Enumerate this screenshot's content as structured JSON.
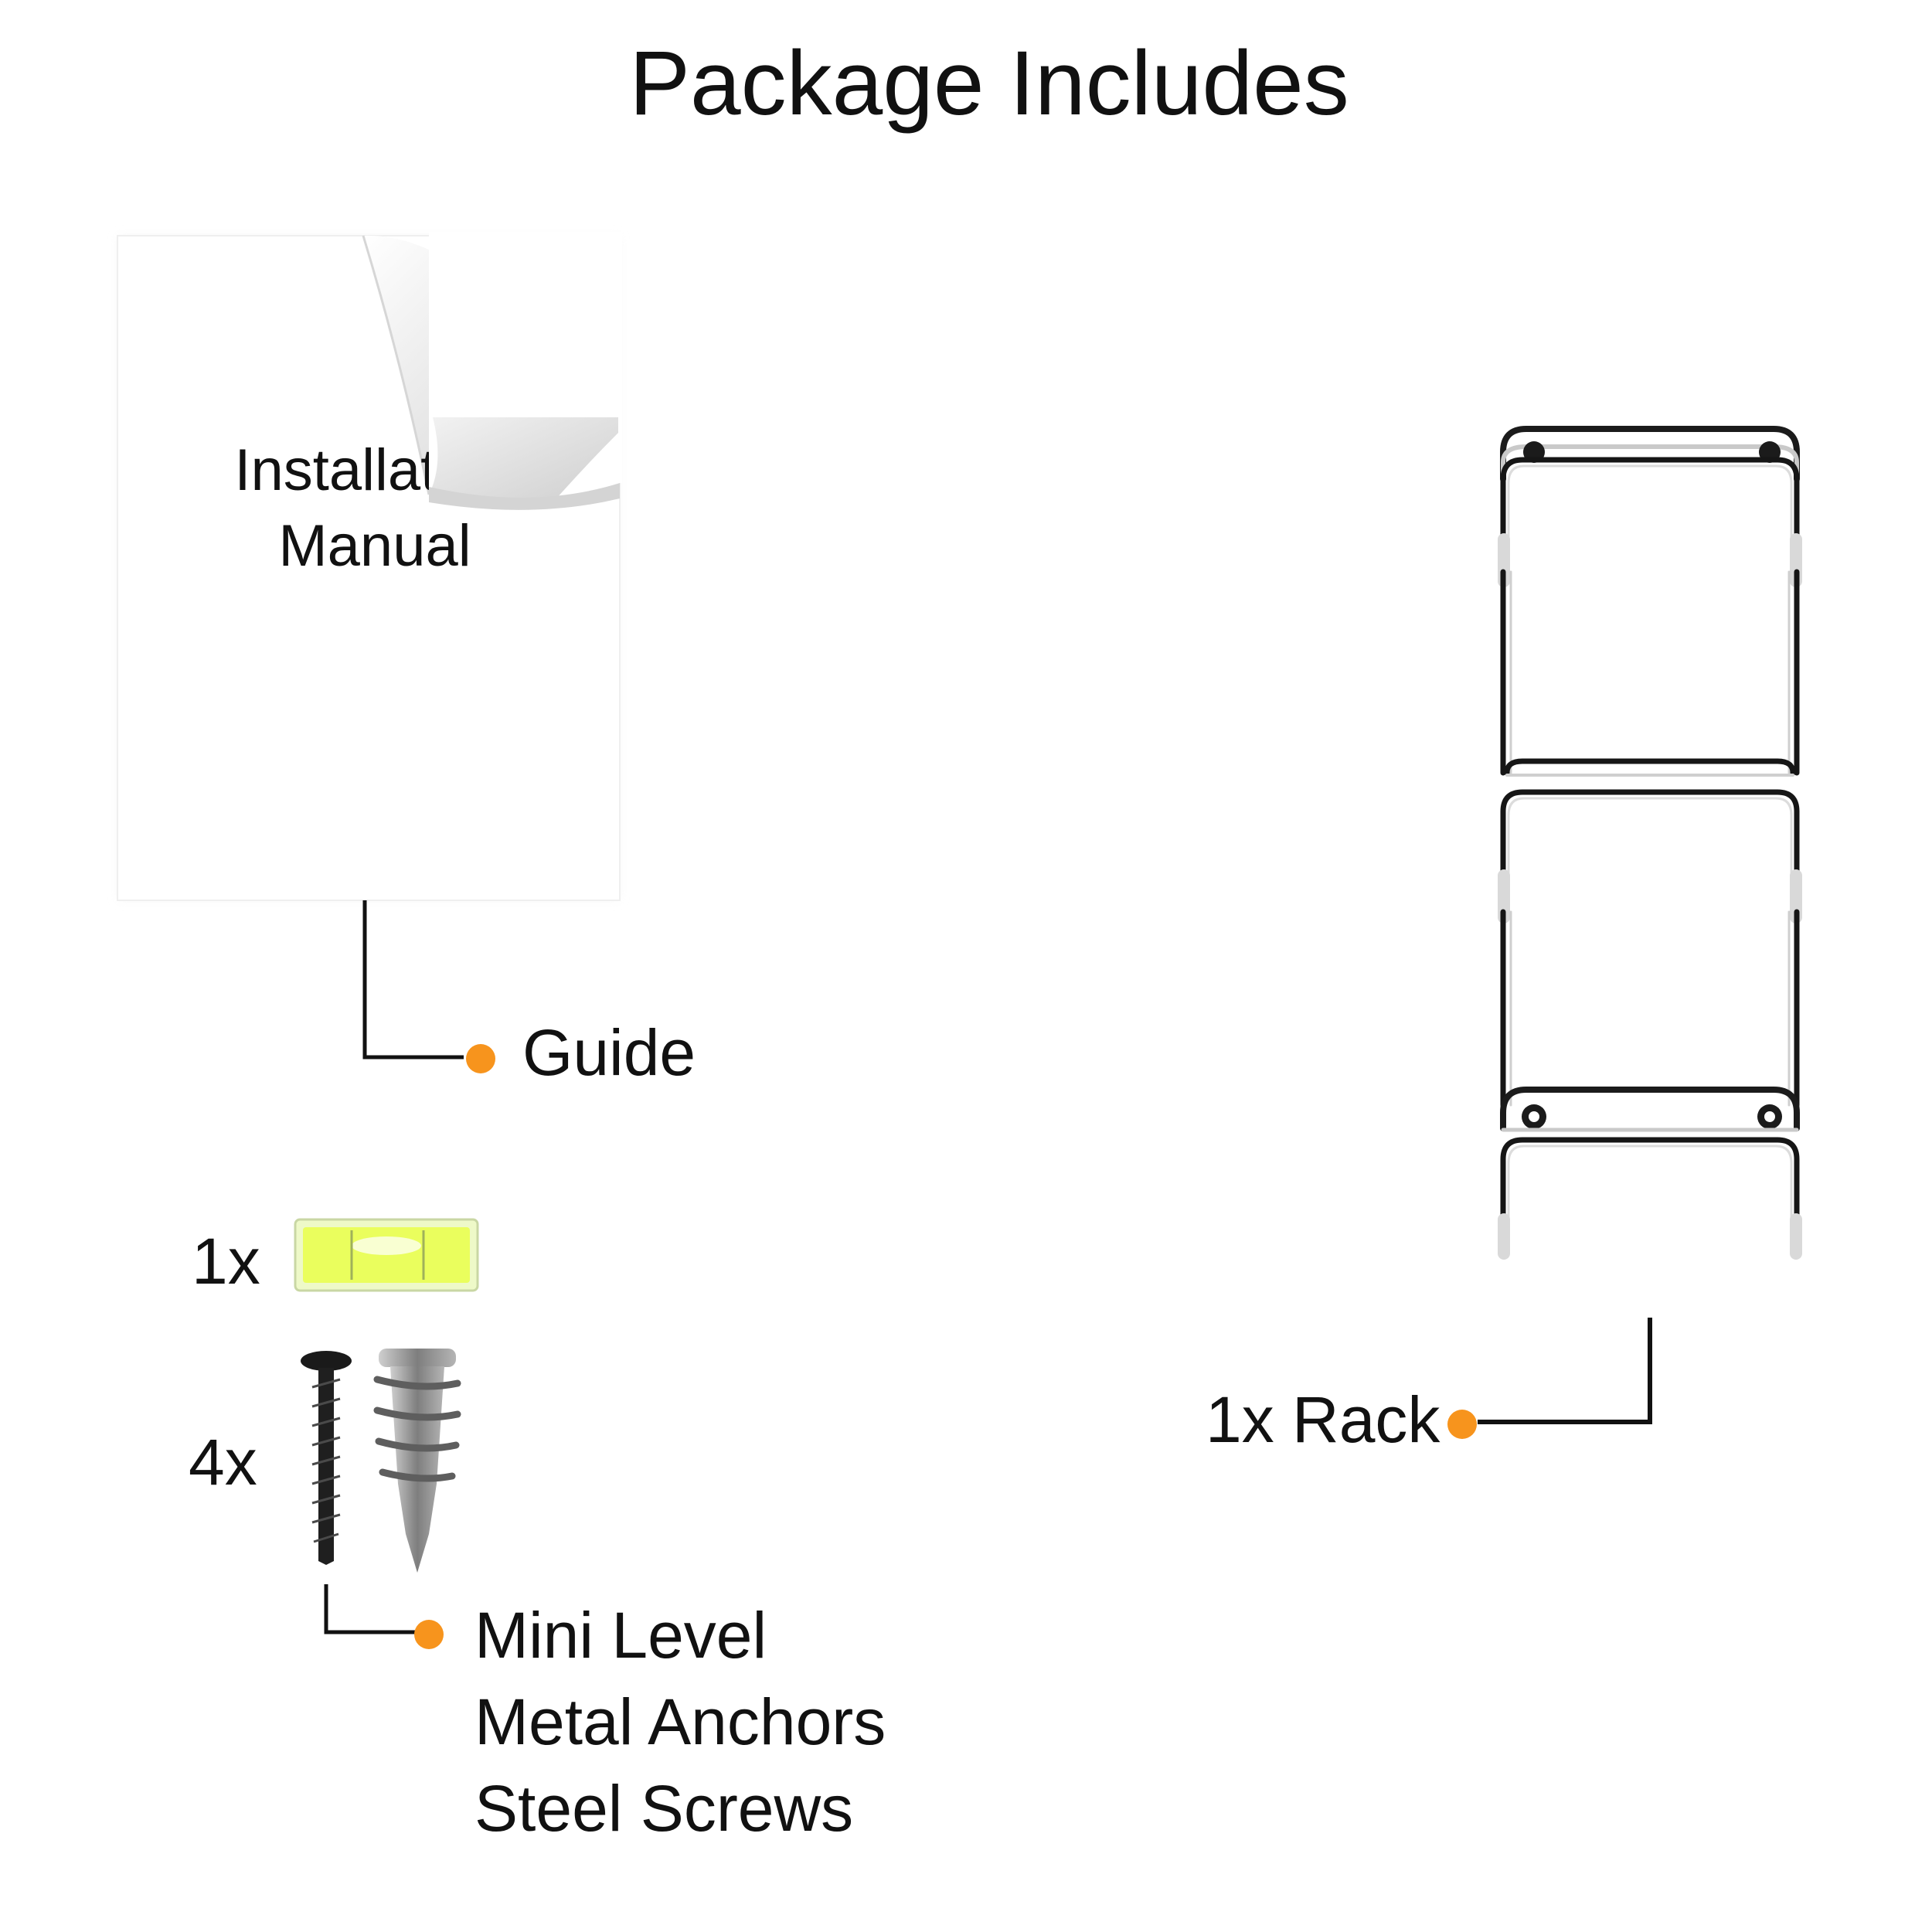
{
  "title": "Package Includes",
  "manual": {
    "line1": "Installation",
    "line2": "Manual"
  },
  "items": {
    "guide": {
      "label": "Guide"
    },
    "level": {
      "quantity": "1x"
    },
    "hardware": {
      "quantity": "4x",
      "labels": [
        "Mini Level",
        "Metal Anchors",
        "Steel Screws"
      ]
    },
    "rack": {
      "label": "1x Rack"
    }
  },
  "colors": {
    "accent_dot": "#f7941d",
    "leader_line": "#111111",
    "level_vial": "#e9ff4a",
    "rack_metal": "#9a9a9a"
  },
  "icons": [
    "page-curl-icon",
    "bubble-level-icon",
    "screw-icon",
    "wall-anchor-icon",
    "rack-icon"
  ]
}
